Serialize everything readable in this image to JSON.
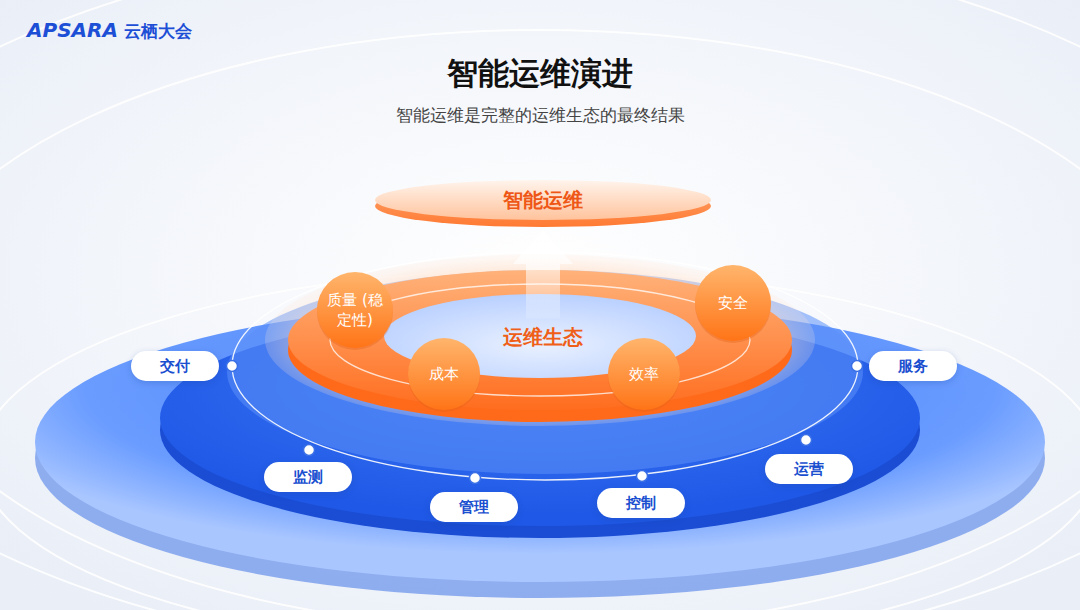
{
  "diagram": {
    "title": "智能运维演进",
    "caption": "智能运维是完整的运维生态的最终结果",
    "nodes": [
      {
        "text": [
          "智能运维"
        ]
      },
      {
        "text": [
          "质量 (稳定性)"
        ]
      },
      {
        "text": [
          "安全"
        ]
      },
      {
        "text": [
          "运维生态"
        ]
      },
      {
        "text": [
          "成本"
        ]
      },
      {
        "text": [
          "效率"
        ]
      },
      {
        "text": [
          "交付"
        ]
      },
      {
        "text": [
          "服务"
        ]
      },
      {
        "text": [
          "监测"
        ]
      },
      {
        "text": [
          "管理"
        ]
      },
      {
        "text": [
          "控制"
        ]
      },
      {
        "text": [
          "运营"
        ]
      }
    ],
    "edges": [
      {
        "from": 3,
        "to": 0,
        "arrow": "to"
      }
    ],
    "labels": [
      "APSARA",
      "云栖大会"
    ]
  }
}
